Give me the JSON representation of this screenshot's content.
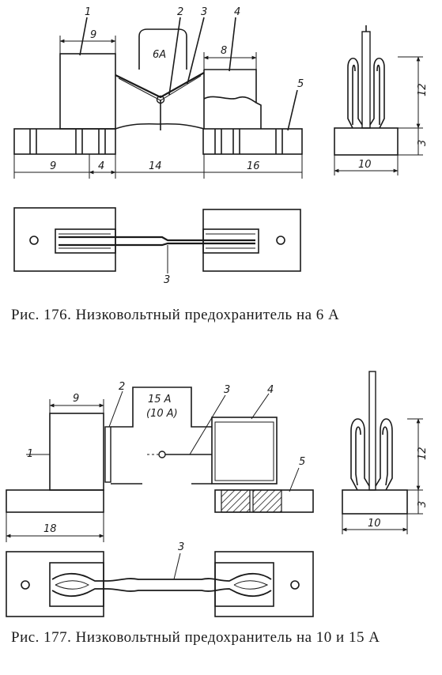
{
  "figure176": {
    "caption": "Рис. 176. Низковольтный предохранитель на 6 А",
    "part_labels": {
      "p1": "1",
      "p2": "2",
      "p3": "3",
      "p4": "4",
      "p5": "5",
      "plan3": "3"
    },
    "rating": "6А",
    "dimensions": {
      "d9_top": "9",
      "d8_top": "8",
      "d9_bottom": "9",
      "d4": "4",
      "d14": "14",
      "d16": "16",
      "d10": "10",
      "d12": "12",
      "d3": "3"
    }
  },
  "figure177": {
    "caption": "Рис. 177. Низковольтный предохранитель на 10 и 15 А",
    "part_labels": {
      "p1": "1",
      "p2": "2",
      "p3": "3",
      "p4": "4",
      "p5": "5",
      "plan3": "3"
    },
    "rating_line1": "15 А",
    "rating_line2": "(10 А)",
    "dimensions": {
      "d9_top": "9",
      "d18": "18",
      "d10": "10",
      "d12": "12",
      "d3": "3"
    }
  }
}
